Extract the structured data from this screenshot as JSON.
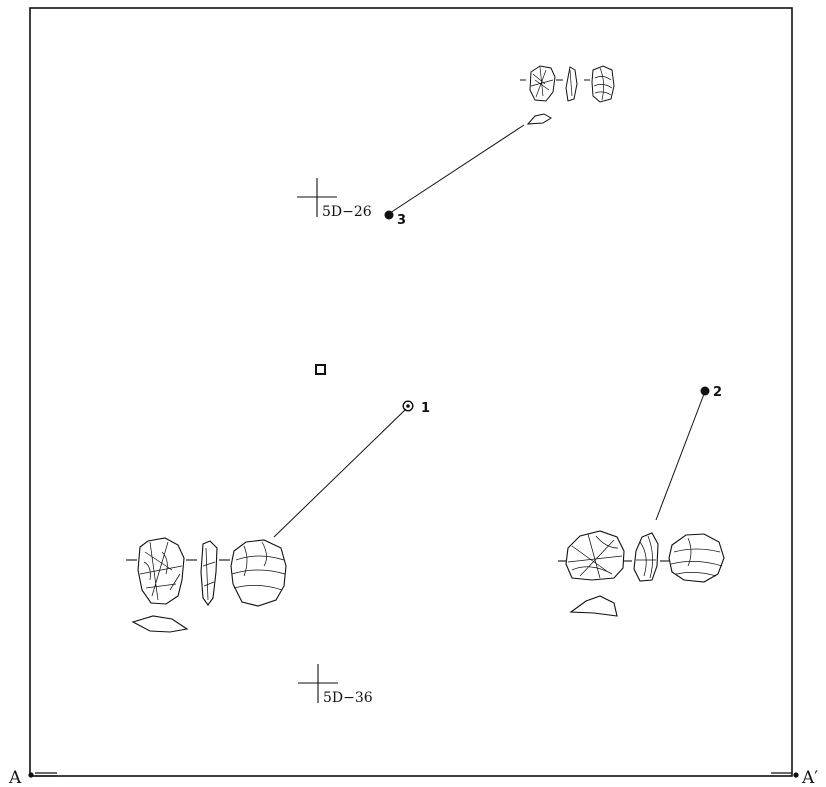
{
  "section_line": {
    "left_label": "A",
    "right_label": "A′"
  },
  "grid_points": [
    {
      "label": "5D−26"
    },
    {
      "label": "5D−36"
    }
  ],
  "finds": [
    {
      "number": "1",
      "symbol": "double-circle"
    },
    {
      "number": "2",
      "symbol": "filled-dot"
    },
    {
      "number": "3",
      "symbol": "filled-dot"
    }
  ],
  "other_markers": [
    {
      "symbol": "open-square"
    }
  ],
  "artifact_drawings": [
    {
      "find": "1",
      "views": [
        "dorsal",
        "side",
        "ventral",
        "platform"
      ]
    },
    {
      "find": "2",
      "views": [
        "dorsal",
        "side",
        "ventral",
        "platform"
      ]
    },
    {
      "find": "3",
      "views": [
        "dorsal",
        "side",
        "ventral",
        "platform"
      ]
    }
  ],
  "colors": {
    "ink": "#111111",
    "paper": "#ffffff"
  }
}
